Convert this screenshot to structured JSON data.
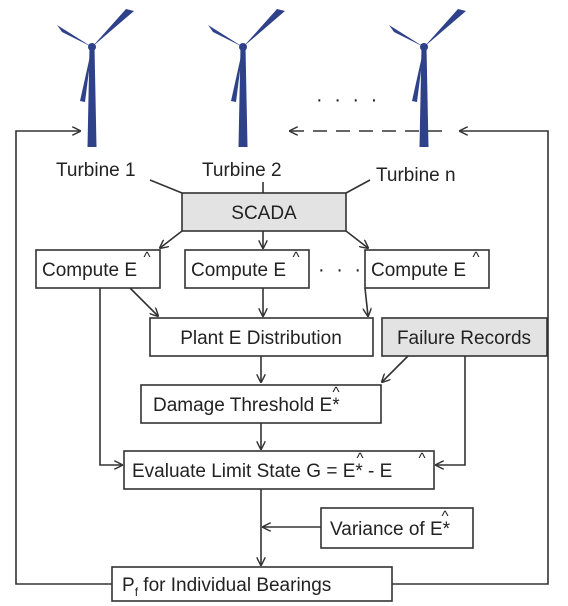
{
  "colors": {
    "turbine": "#2f4188",
    "box_fill": "#ffffff",
    "gray_box_fill": "#e3e3e3",
    "line": "#333333"
  },
  "turbines": [
    {
      "label": "Turbine 1",
      "icon": "wind-turbine-icon"
    },
    {
      "label": "Turbine 2",
      "icon": "wind-turbine-icon"
    },
    {
      "label": "Turbine n",
      "icon": "wind-turbine-icon"
    }
  ],
  "ellipsis": "· · · ·",
  "scada": "SCADA",
  "compute": {
    "text": "Compute ",
    "symbol": "E",
    "hat": "^"
  },
  "plant_distribution": "Plant E Distribution",
  "failure_records": "Failure Records",
  "damage_threshold": {
    "text": "Damage Threshold ",
    "symbol": "E*",
    "hat": "^"
  },
  "limit_state": {
    "text": "Evaluate Limit State G = ",
    "term1": "E*",
    "minus": " - ",
    "term2": "E",
    "hat": "^"
  },
  "variance": {
    "text": "Variance of ",
    "symbol": "E*",
    "hat": "^"
  },
  "pf": {
    "main": "P",
    "subscript": "f",
    "rest": " for Individual Bearings"
  }
}
